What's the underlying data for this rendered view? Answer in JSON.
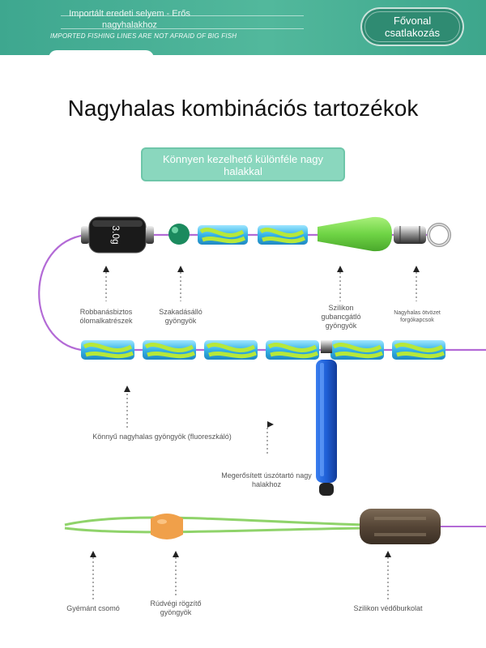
{
  "banner": {
    "top_text": "Importált eredeti selyem - Erős nagyhalakhoz",
    "sub_text": "IMPORTED FISHING LINES ARE NOT AFRAID OF BIG FISH",
    "pill_text": "Fővonal csatlakozás"
  },
  "title": "Nagyhalas kombinációs tartozékok",
  "subtitle_button": "Könnyen kezelhető különféle nagy halakkal",
  "weight_mark": "3.0g",
  "labels": {
    "explosion_proof_lead": "Robbanásbiztos ólomalkatrészek",
    "anti_break_bead": "Szakadásálló gyöngyök",
    "silicone_anti_tangle": "Szilikon gubancgátló gyöngyök",
    "alloy_swivel": "Nagyhalas ötvözet forgókapcsok",
    "light_beads": "Könnyű nagyhalas gyöngyök (fluoreszkáló)",
    "float_holder": "Megerősített úszótartó nagy halakhoz",
    "diamond_knot": "Gyémánt csomó",
    "rod_end_stopper": "Rúdvégi rögzítő gyöngyök",
    "silicone_cover": "Szilikon védőburkolat"
  },
  "colors": {
    "banner": "#3ea78f",
    "line": "#b36ad6",
    "bead_blue": "#3cb6e6",
    "bead_green": "#a6dc3a",
    "silicone_green": "#7ed957",
    "float_holder_blue": "#1f5fd6",
    "stopper_orange": "#f0a04a",
    "cover_brown": "#5a4a3a",
    "green_line": "#8fd36a"
  }
}
